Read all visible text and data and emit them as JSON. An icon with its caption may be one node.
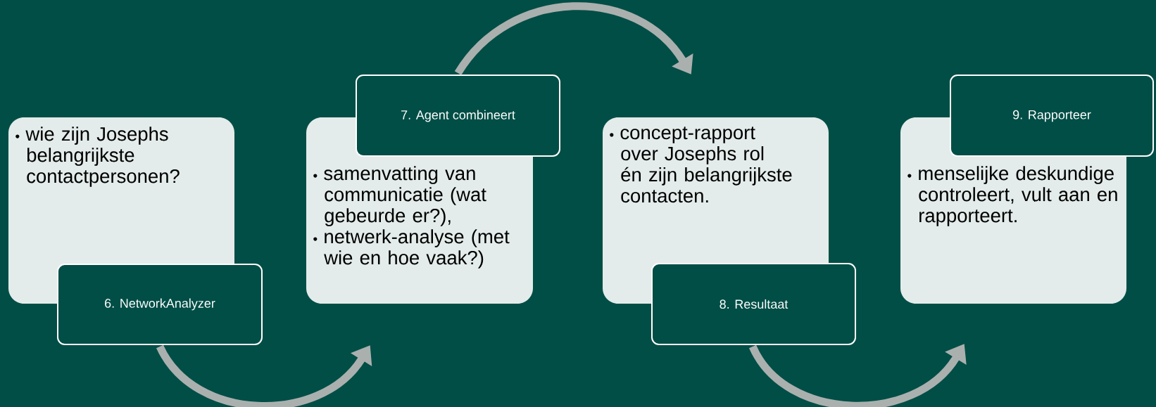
{
  "diagram": {
    "nodes": [
      {
        "text": [
          "wie zijn Josephs belangrijkste contactpersonen?"
        ]
      },
      {
        "text": [
          "6. NetworkAnalyzer"
        ]
      },
      {
        "text": [
          "samenvatting van communicatie (wat gebeurde er?),",
          "netwerk-analyse (met wie en hoe vaak?)"
        ]
      },
      {
        "text": [
          "7. Agent combineert"
        ]
      },
      {
        "text": [
          "concept-rapport over Josephs rol én zijn belangrijkste contacten."
        ]
      },
      {
        "text": [
          "8. Resultaat"
        ]
      },
      {
        "text": [
          "menselijke deskundige controleert, vult aan en rapporteert."
        ]
      },
      {
        "text": [
          "9. Rapporteer"
        ]
      }
    ],
    "edges": [
      {
        "from": 1,
        "to": 2,
        "arrow": "to"
      },
      {
        "from": 3,
        "to": 4,
        "arrow": "to"
      },
      {
        "from": 5,
        "to": 6,
        "arrow": "to"
      }
    ]
  }
}
